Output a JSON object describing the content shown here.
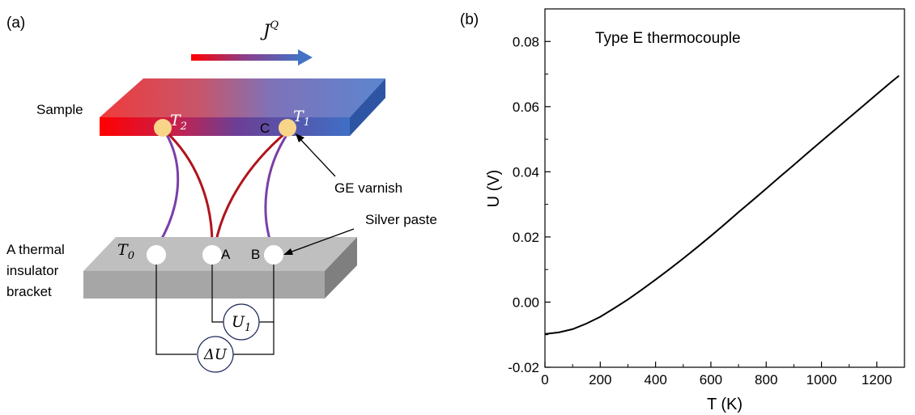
{
  "panel_a": {
    "label": "(a)",
    "heat_flux": {
      "symbol": "J",
      "superscript": "Q"
    },
    "sample_label": "Sample",
    "t2": {
      "symbol": "T",
      "sub": "2"
    },
    "t1": {
      "symbol": "T",
      "sub": "1"
    },
    "t0": {
      "symbol": "T",
      "sub": "0"
    },
    "point_c": "C",
    "point_a": "A",
    "point_b": "B",
    "ge_varnish": "GE varnish",
    "silver_paste": "Silver paste",
    "bracket_label": [
      "A thermal",
      "insulator",
      "bracket"
    ],
    "u1": {
      "symbol": "U",
      "sub": "1"
    },
    "delta_u": "ΔU",
    "colors": {
      "hot": "#e8141c",
      "cold": "#4472c4",
      "purple_wire": "#7b3fa8",
      "red_wire": "#b0141c",
      "sensor": "#f9d58a",
      "bracket": "#bfbfbf"
    }
  },
  "panel_b": {
    "label": "(b)",
    "annotation": "Type E thermocouple"
  },
  "chart_data": {
    "type": "line",
    "title": "",
    "xlabel": "T (K)",
    "ylabel": "U (V)",
    "xlim": [
      0,
      1300
    ],
    "ylim": [
      -0.02,
      0.09
    ],
    "xticks": [
      0,
      200,
      400,
      600,
      800,
      1000,
      1200
    ],
    "yticks": [
      -0.02,
      0.0,
      0.02,
      0.04,
      0.06,
      0.08
    ],
    "ytick_labels": [
      "-0.02",
      "0.00",
      "0.02",
      "0.04",
      "0.06",
      "0.08"
    ],
    "grid": false,
    "series": [
      {
        "x": [
          0,
          50,
          100,
          150,
          200,
          250,
          300,
          350,
          400,
          450,
          500,
          550,
          600,
          650,
          700,
          750,
          800,
          850,
          900,
          950,
          1000,
          1050,
          1100,
          1150,
          1200,
          1250,
          1280
        ],
        "y": [
          -0.0098,
          -0.0093,
          -0.0083,
          -0.0066,
          -0.0045,
          -0.0019,
          0.0008,
          0.0038,
          0.0069,
          0.0101,
          0.0134,
          0.0168,
          0.0203,
          0.0239,
          0.0276,
          0.0312,
          0.0348,
          0.0385,
          0.0421,
          0.0458,
          0.0494,
          0.053,
          0.0566,
          0.0602,
          0.0638,
          0.0674,
          0.0695
        ]
      }
    ]
  }
}
